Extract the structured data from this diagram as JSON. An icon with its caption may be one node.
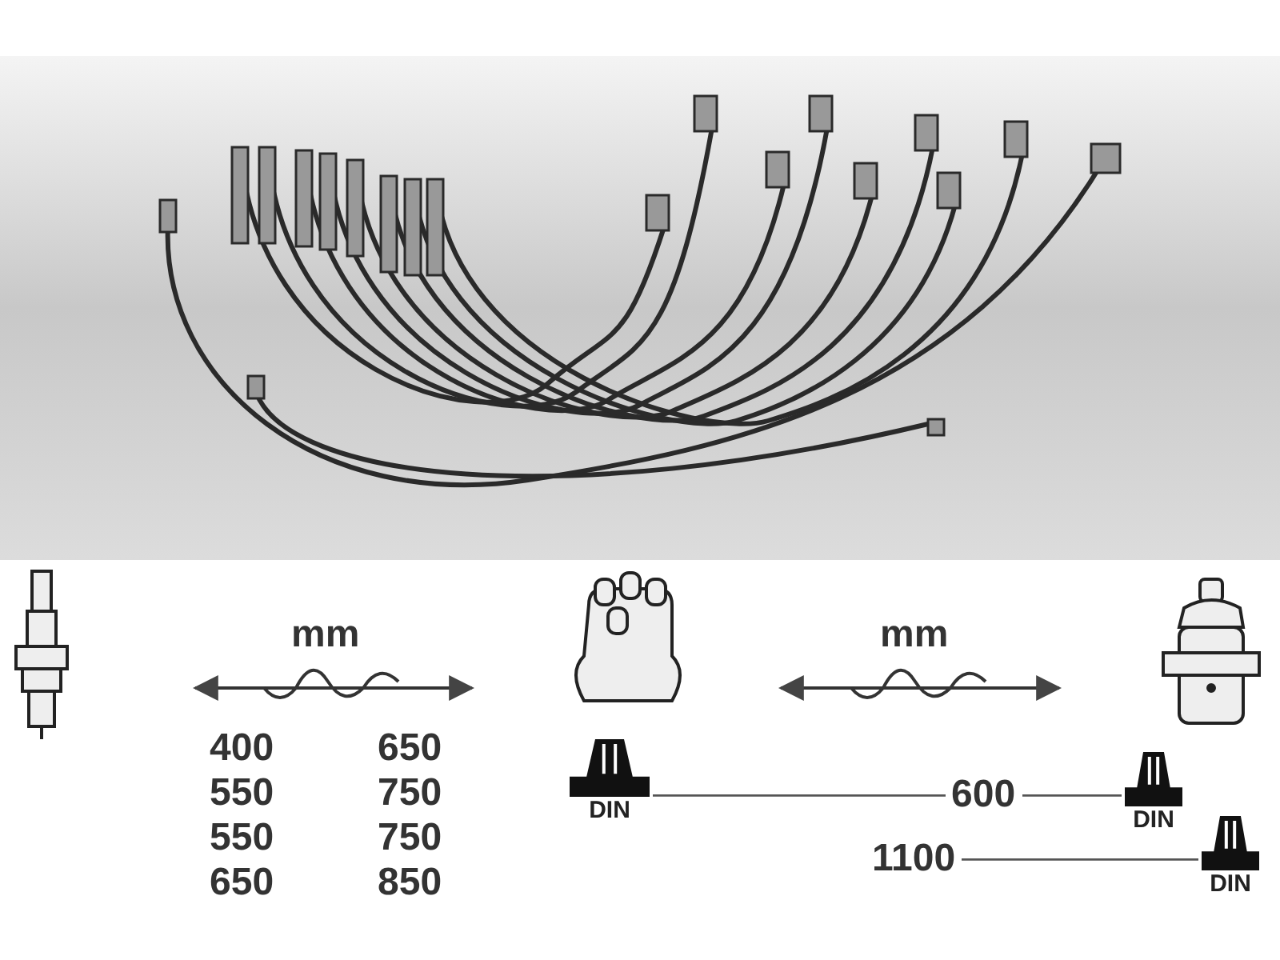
{
  "diagram": {
    "nodes": [
      {
        "text": [
          "DIN"
        ]
      },
      {
        "text": [
          "DIN"
        ]
      },
      {
        "text": [
          "DIN"
        ]
      }
    ],
    "edges": [
      {
        "from": 0,
        "to": 1,
        "arrow": "none",
        "label": "600"
      },
      {
        "from": null,
        "to": 2,
        "arrow": "none",
        "label": "1100"
      }
    ],
    "labels": [
      "mm",
      "400",
      "650",
      "550",
      "750",
      "550",
      "750",
      "650",
      "850",
      "mm"
    ]
  }
}
